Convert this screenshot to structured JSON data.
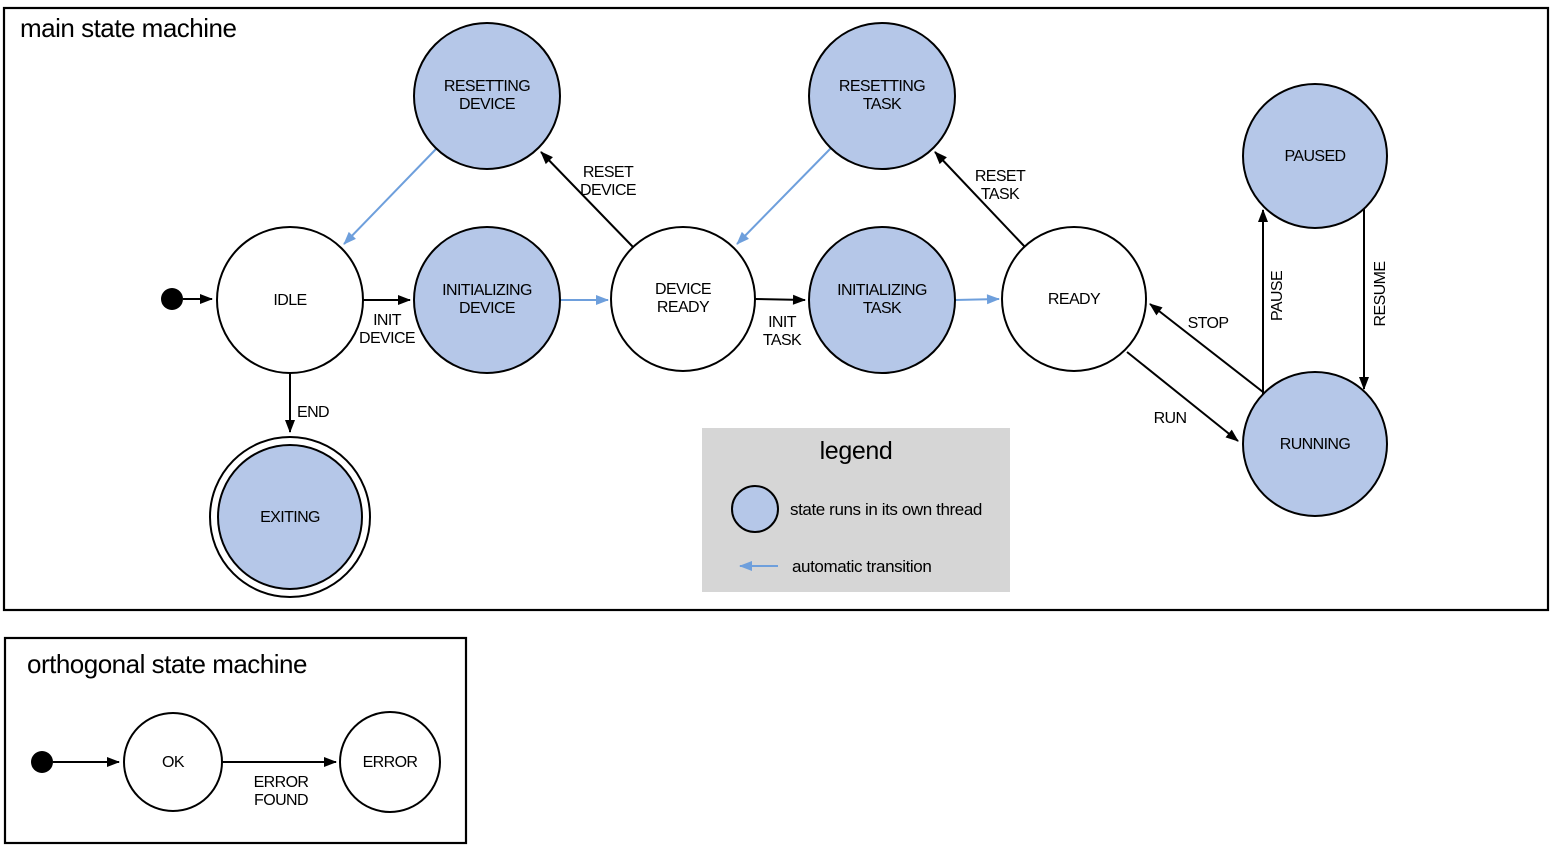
{
  "main": {
    "title": "main state machine",
    "states": {
      "idle": {
        "label": "IDLE"
      },
      "initializing_device": {
        "lines": [
          "INITIALIZING",
          "DEVICE"
        ]
      },
      "resetting_device": {
        "lines": [
          "RESETTING",
          "DEVICE"
        ]
      },
      "device_ready": {
        "lines": [
          "DEVICE",
          "READY"
        ]
      },
      "initializing_task": {
        "lines": [
          "INITIALIZING",
          "TASK"
        ]
      },
      "resetting_task": {
        "lines": [
          "RESETTING",
          "TASK"
        ]
      },
      "ready": {
        "label": "READY"
      },
      "paused": {
        "label": "PAUSED"
      },
      "running": {
        "label": "RUNNING"
      },
      "exiting": {
        "label": "EXITING"
      }
    },
    "transitions": {
      "init_device": {
        "lines": [
          "INIT",
          "DEVICE"
        ]
      },
      "reset_device": {
        "lines": [
          "RESET",
          "DEVICE"
        ]
      },
      "init_task": {
        "lines": [
          "INIT",
          "TASK"
        ]
      },
      "reset_task": {
        "lines": [
          "RESET",
          "TASK"
        ]
      },
      "end": {
        "label": "END"
      },
      "stop": {
        "label": "STOP"
      },
      "run": {
        "label": "RUN"
      },
      "pause": {
        "label": "PAUSE"
      },
      "resume": {
        "label": "RESUME"
      }
    }
  },
  "legend": {
    "title": "legend",
    "items": [
      {
        "icon": "thread-state-circle",
        "label": "state runs in its own thread"
      },
      {
        "icon": "automatic-transition-arrow",
        "label": "automatic transition"
      }
    ]
  },
  "orthogonal": {
    "title": "orthogonal state machine",
    "states": {
      "ok": {
        "label": "OK"
      },
      "error": {
        "label": "ERROR"
      }
    },
    "transitions": {
      "error_found": {
        "lines": [
          "ERROR",
          "FOUND"
        ]
      }
    }
  },
  "colors": {
    "thread_state_fill": "#b5c7e8",
    "automatic_transition_blue": "#6e9fdc",
    "legend_background": "#d6d6d6",
    "line_black": "#000000"
  }
}
